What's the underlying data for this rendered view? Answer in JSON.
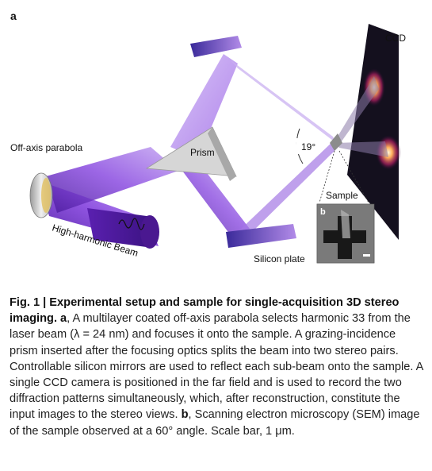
{
  "panel_labels": {
    "a": "a",
    "b": "b"
  },
  "components": {
    "ccd": "CCD",
    "parabola": "Off-axis parabola",
    "prism": "Prism",
    "angle": "19°",
    "sample": "Sample",
    "beam": "High-harmonic Beam",
    "silicon": "Silicon plate"
  },
  "caption": {
    "fig_label": "Fig. 1 |",
    "title": " Experimental setup and sample for single-acquisition 3D stereo imaging.",
    "a_label": " a",
    "a_text": ", A multilayer coated off-axis parabola selects harmonic 33 from the laser beam (λ = 24 nm) and focuses it onto the sample. A grazing-incidence prism inserted after the focusing optics splits the beam into two stereo pairs. Controllable silicon mirrors are used to reflect each sub-beam onto the sample. A single CCD camera is positioned in the far field and is used to record the two diffraction patterns simultaneously, which, after reconstruction, constitute the input images to the stereo views.",
    "b_label": " b",
    "b_text": ", Scanning electron microscopy (SEM) image of the sample observed at a 60° angle. Scale bar, 1 μm."
  },
  "colors": {
    "beam": "#7a3fd6",
    "beam_dark": "#4a1a9a",
    "ccd": "#151020",
    "speckle": "#ffb060"
  }
}
